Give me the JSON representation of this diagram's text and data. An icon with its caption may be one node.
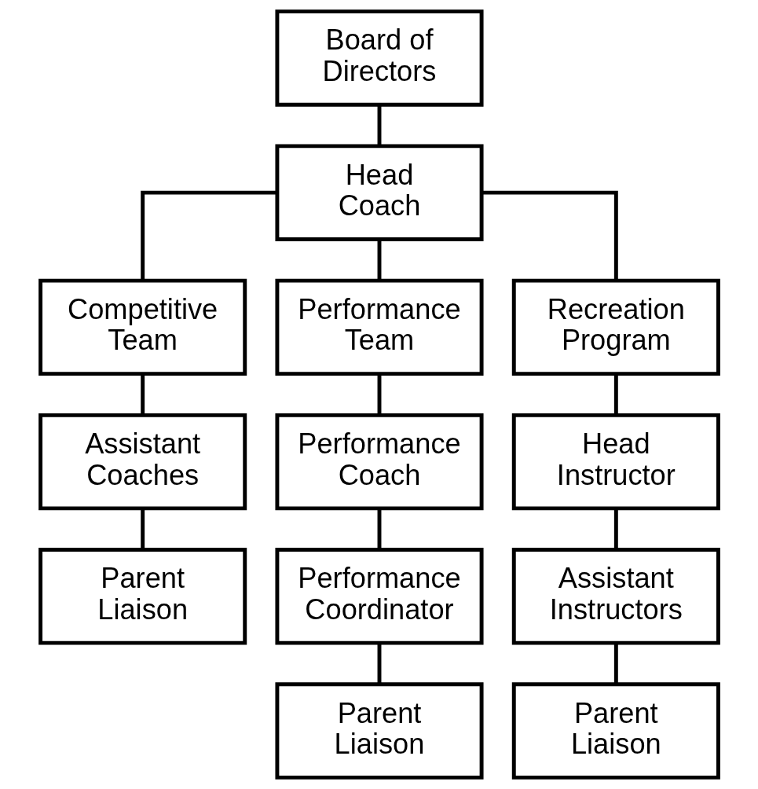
{
  "diagram": {
    "nodes": [
      {
        "text": [
          "Board of Directors"
        ]
      },
      {
        "text": [
          "Head Coach"
        ]
      },
      {
        "text": [
          "Competitive Team"
        ]
      },
      {
        "text": [
          "Performance Team"
        ]
      },
      {
        "text": [
          "Recreation Program"
        ]
      },
      {
        "text": [
          "Assistant Coaches"
        ]
      },
      {
        "text": [
          "Performance Coach"
        ]
      },
      {
        "text": [
          "Head Instructor"
        ]
      },
      {
        "text": [
          "Parent Liaison"
        ]
      },
      {
        "text": [
          "Performance Coordinator"
        ]
      },
      {
        "text": [
          "Assistant Instructors"
        ]
      },
      {
        "text": [
          "Parent Liaison"
        ]
      },
      {
        "text": [
          "Parent Liaison"
        ]
      }
    ],
    "edges": [
      {
        "from": 0,
        "to": 1,
        "arrow": "none"
      },
      {
        "from": 1,
        "to": 2,
        "arrow": "none"
      },
      {
        "from": 1,
        "to": 3,
        "arrow": "none"
      },
      {
        "from": 1,
        "to": 4,
        "arrow": "none"
      },
      {
        "from": 2,
        "to": 5,
        "arrow": "none"
      },
      {
        "from": 3,
        "to": 6,
        "arrow": "none"
      },
      {
        "from": 4,
        "to": 7,
        "arrow": "none"
      },
      {
        "from": 5,
        "to": 8,
        "arrow": "none"
      },
      {
        "from": 6,
        "to": 9,
        "arrow": "none"
      },
      {
        "from": 7,
        "to": 10,
        "arrow": "none"
      },
      {
        "from": 9,
        "to": 11,
        "arrow": "none"
      },
      {
        "from": 10,
        "to": 12,
        "arrow": "none"
      }
    ]
  }
}
